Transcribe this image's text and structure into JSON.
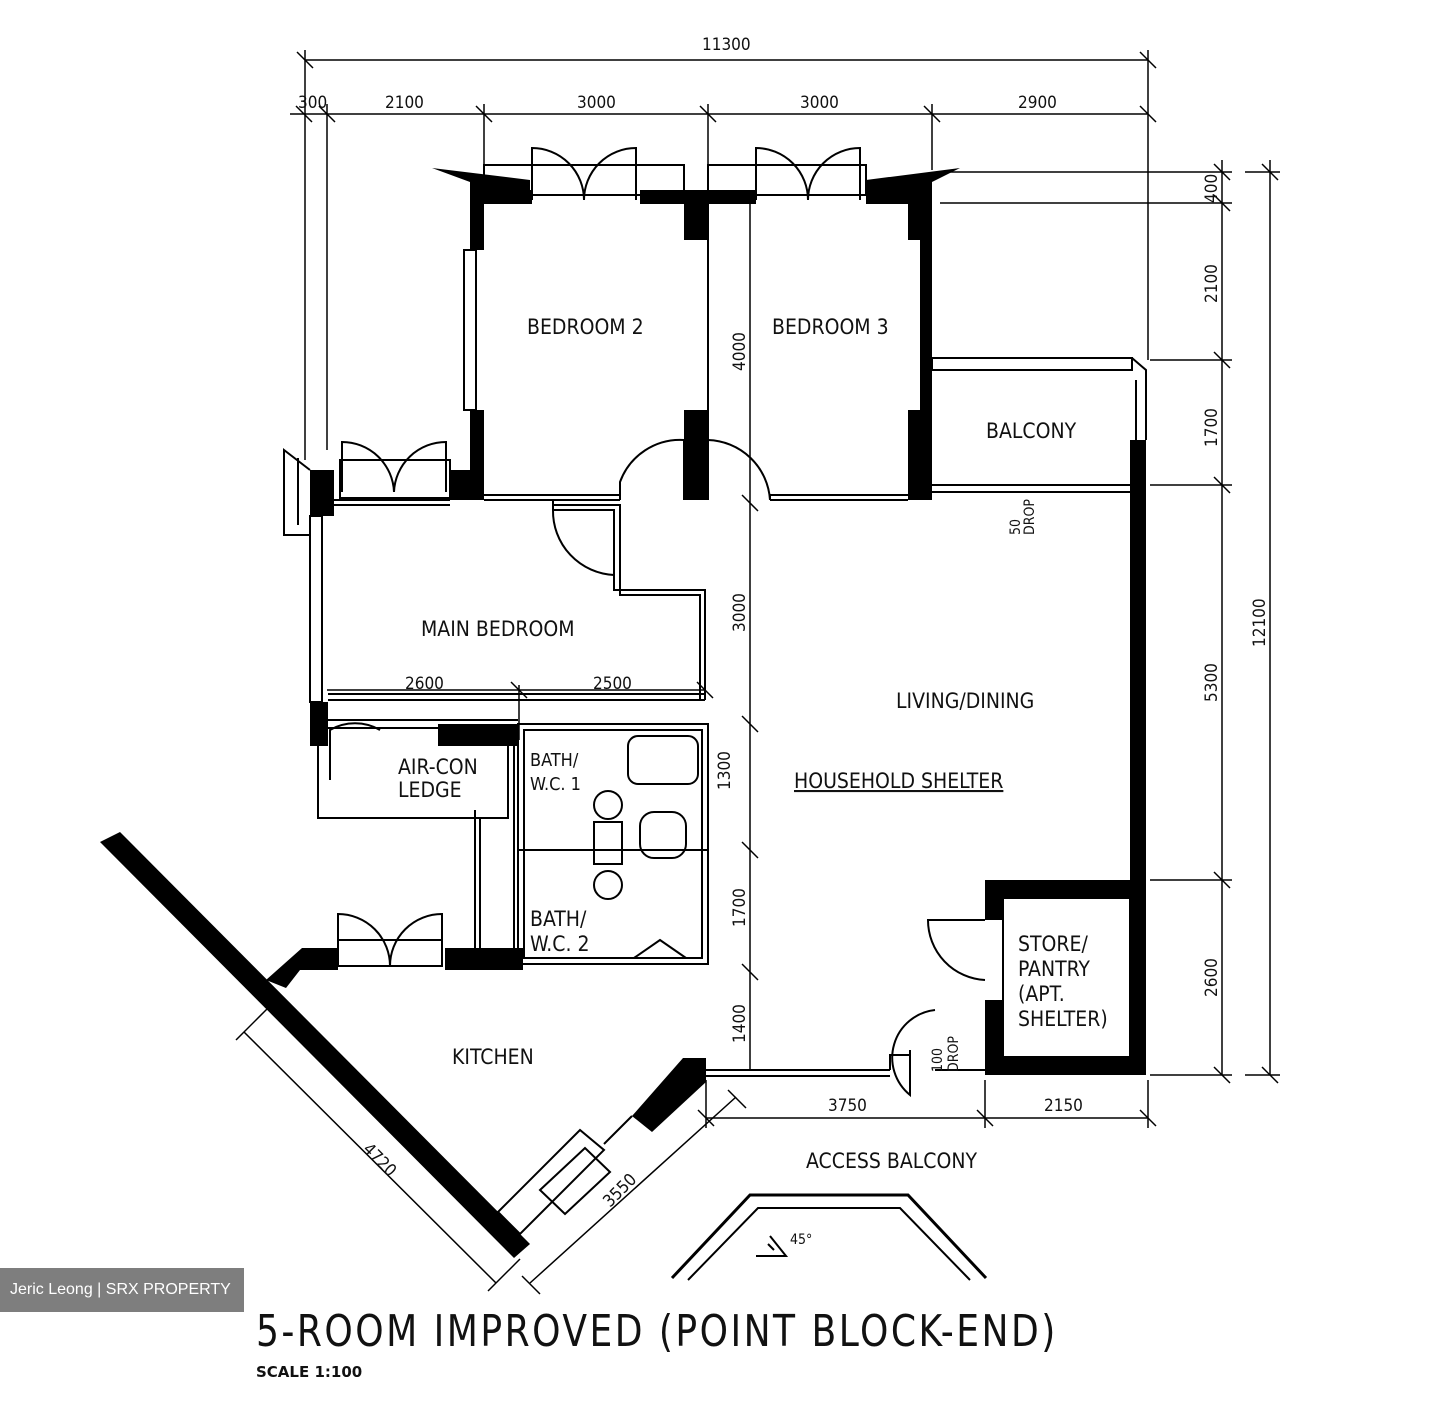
{
  "title": "5-ROOM IMPROVED (POINT BLOCK-END)",
  "scale": "SCALE 1:100",
  "watermark": "Jeric Leong | SRX PROPERTY",
  "rooms": {
    "bedroom2": "BEDROOM 2",
    "bedroom3": "BEDROOM 3",
    "balcony": "BALCONY",
    "main_bedroom": "MAIN BEDROOM",
    "living_dining": "LIVING/DINING",
    "household_shelter": "HOUSEHOLD SHELTER",
    "aircon_ledge_1": "AIR-CON",
    "aircon_ledge_2": "LEDGE",
    "bath_wc1_1": "BATH/",
    "bath_wc1_2": "W.C. 1",
    "bath_wc2_1": "BATH/",
    "bath_wc2_2": "W.C. 2",
    "store_1": "STORE/",
    "store_2": "PANTRY",
    "store_3": "(APT.",
    "store_4": "SHELTER)",
    "kitchen": "KITCHEN",
    "access_balcony": "ACCESS BALCONY",
    "angle": "45°"
  },
  "dimensions": {
    "overall_width": "11300",
    "top_300": "300",
    "top_2100": "2100",
    "top_3000a": "3000",
    "top_3000b": "3000",
    "top_2900": "2900",
    "right_400": "400",
    "right_2100": "2100",
    "right_1700": "1700",
    "right_5300": "5300",
    "right_2600": "2600",
    "overall_height": "12100",
    "v_4000": "4000",
    "v_3000": "3000",
    "v_1700": "1700",
    "v_1400": "1400",
    "v_1300": "1300",
    "mid_2600": "2600",
    "mid_2500": "2500",
    "bottom_3750": "3750",
    "bottom_2150": "2150",
    "diag_4720": "4720",
    "diag_3550": "3550",
    "drop_50_1": "50",
    "drop_50_2": "DROP",
    "drop_100_1": "100",
    "drop_100_2": "DROP"
  }
}
